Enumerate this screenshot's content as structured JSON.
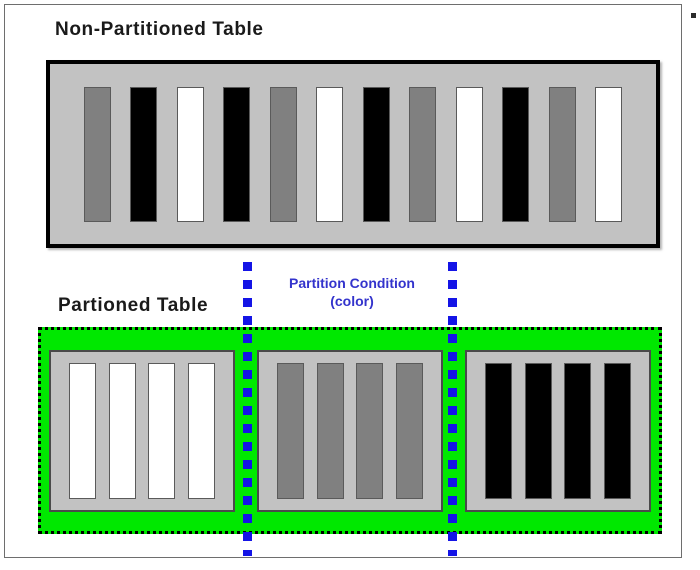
{
  "diagram": {
    "nonpartitioned": {
      "title": "Non-Partitioned Table",
      "bars": [
        "gray",
        "black",
        "white",
        "black",
        "gray",
        "white",
        "black",
        "gray",
        "white",
        "black",
        "gray",
        "white"
      ]
    },
    "partitioned": {
      "title": "Partioned Table",
      "partitions": [
        {
          "name": "white-partition",
          "bars": [
            "white",
            "white",
            "white",
            "white"
          ]
        },
        {
          "name": "gray-partition",
          "bars": [
            "gray",
            "gray",
            "gray",
            "gray"
          ]
        },
        {
          "name": "black-partition",
          "bars": [
            "black",
            "black",
            "black",
            "black"
          ]
        }
      ]
    },
    "partition_condition": {
      "line1": "Partition Condition",
      "line2": "(color)"
    },
    "colors": {
      "white_swatch": "#ffffff",
      "gray_swatch": "#808080",
      "black_swatch": "#000000",
      "table_fill": "#c2c2c2",
      "partition_green": "#00e800",
      "divider_blue": "#1414e6",
      "label_blue": "#3333cc",
      "title_text": "#1a1a1a"
    }
  }
}
